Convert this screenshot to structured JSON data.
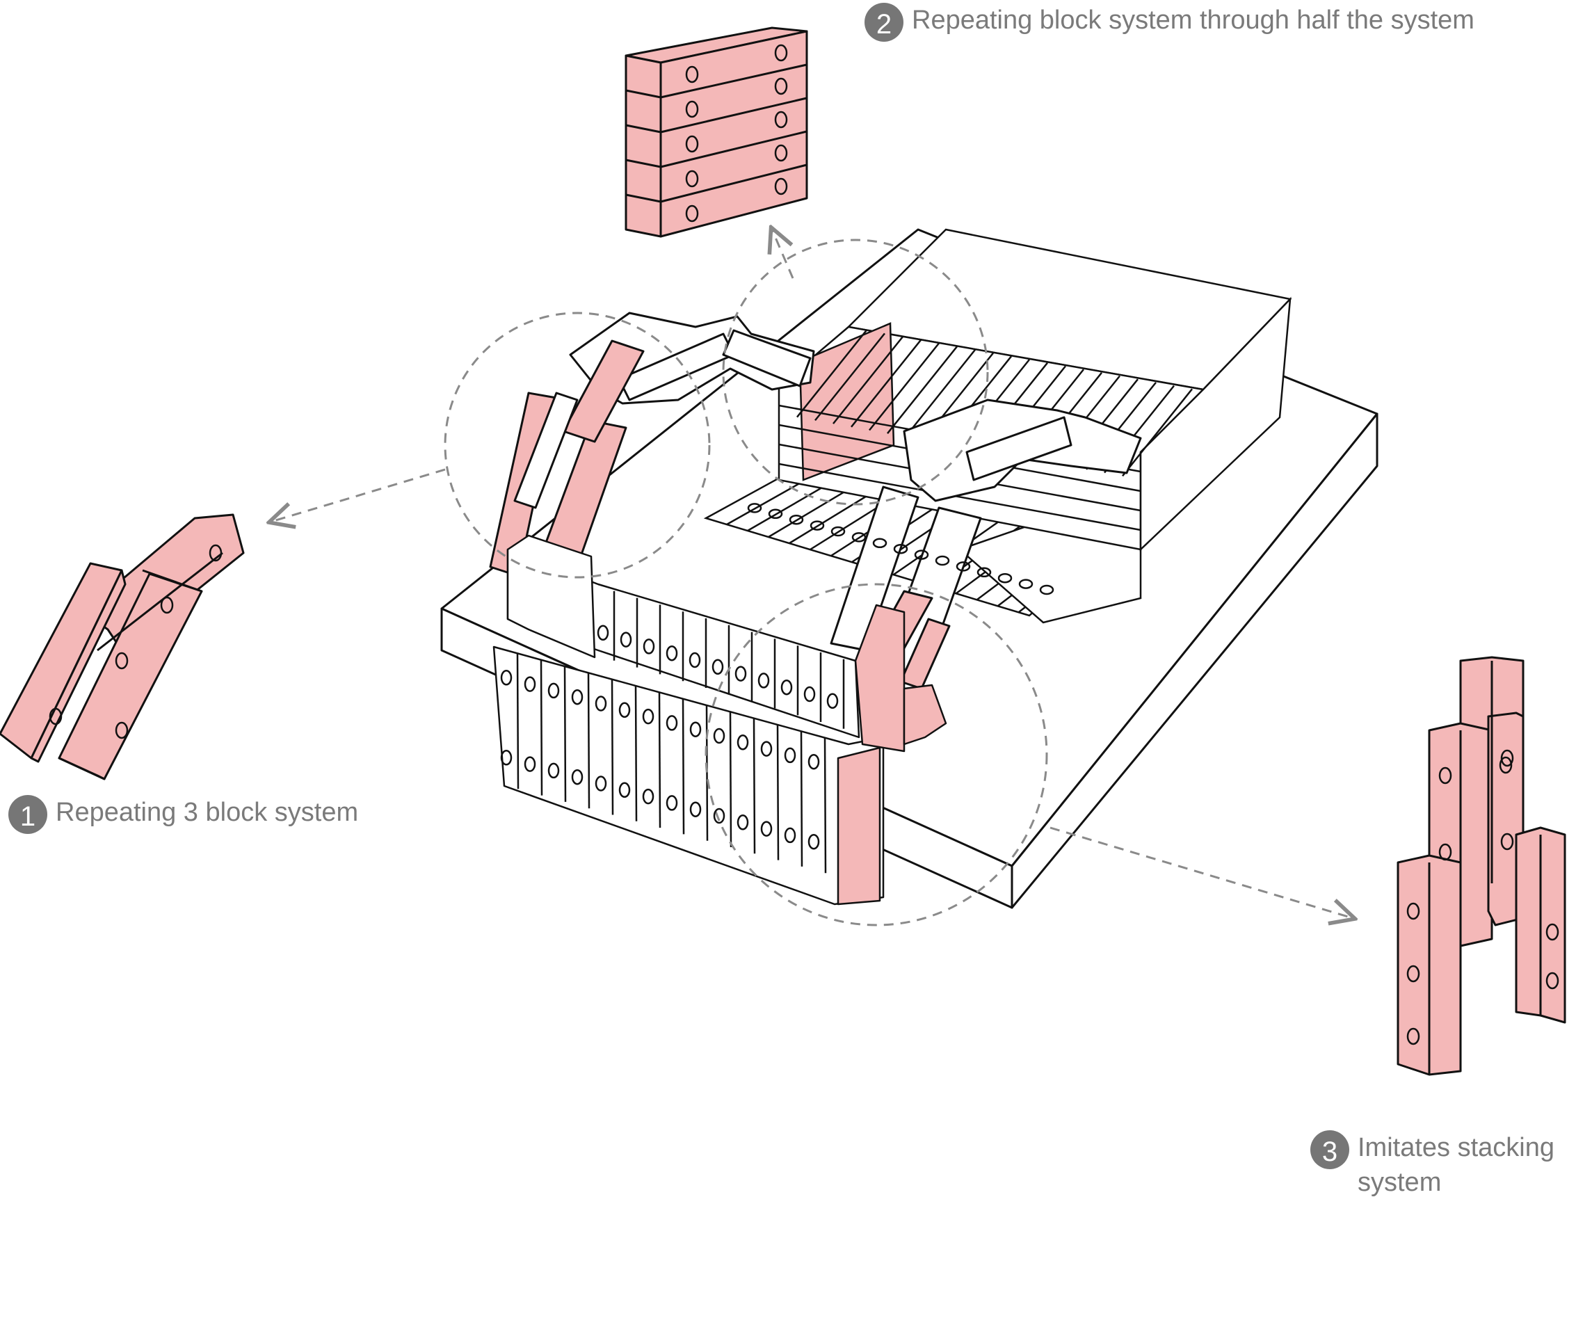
{
  "colors": {
    "block_pink": "#f4b8b8",
    "block_white": "#ffffff",
    "outline": "#111111",
    "dashed_guide": "#8a8a8a",
    "badge": "#767676",
    "label_text": "#7a7a7a"
  },
  "callouts": [
    {
      "number": "1",
      "text": "Repeating 3 block system"
    },
    {
      "number": "2",
      "text": "Repeating block system through half the system"
    },
    {
      "number": "3",
      "text": "Imitates stacking\nsystem"
    }
  ]
}
